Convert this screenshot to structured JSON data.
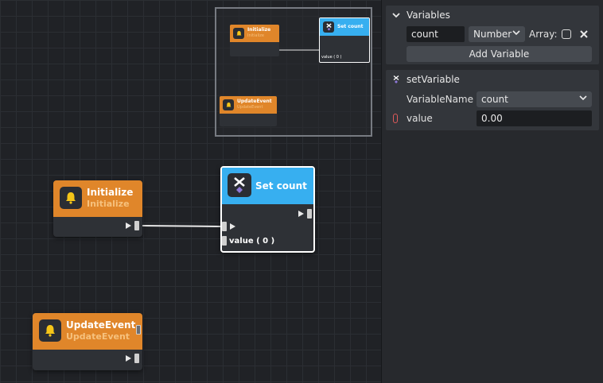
{
  "graph": {
    "nodes": {
      "initialize": {
        "title": "Initialize",
        "subtitle": "Initialize"
      },
      "set_count": {
        "title": "Set count",
        "input_label": "value ( 0 )"
      },
      "update_event": {
        "title": "UpdateEvent",
        "subtitle": "UpdateEvent"
      }
    }
  },
  "minimap": {
    "initialize": {
      "title": "Initialize",
      "subtitle": "Initialize"
    },
    "set_count": {
      "title": "Set count",
      "input_label": "value ( 0 )"
    },
    "update_event": {
      "title": "UpdateEvent",
      "subtitle": "UpdateEvent"
    }
  },
  "variables_panel": {
    "header": "Variables",
    "variable_name_value": "count",
    "type_select_value": "Number",
    "array_label": "Array:",
    "add_button_label": "Add Variable"
  },
  "set_variable_panel": {
    "header": "setVariable",
    "variable_name_label": "VariableName",
    "variable_name_select_value": "count",
    "value_label": "value",
    "value_input_value": "0.00"
  },
  "colors": {
    "event_node": "#e0862a",
    "action_node": "#37aff0",
    "node_body": "#2e3136",
    "canvas": "#202226",
    "panel": "#27292d"
  }
}
